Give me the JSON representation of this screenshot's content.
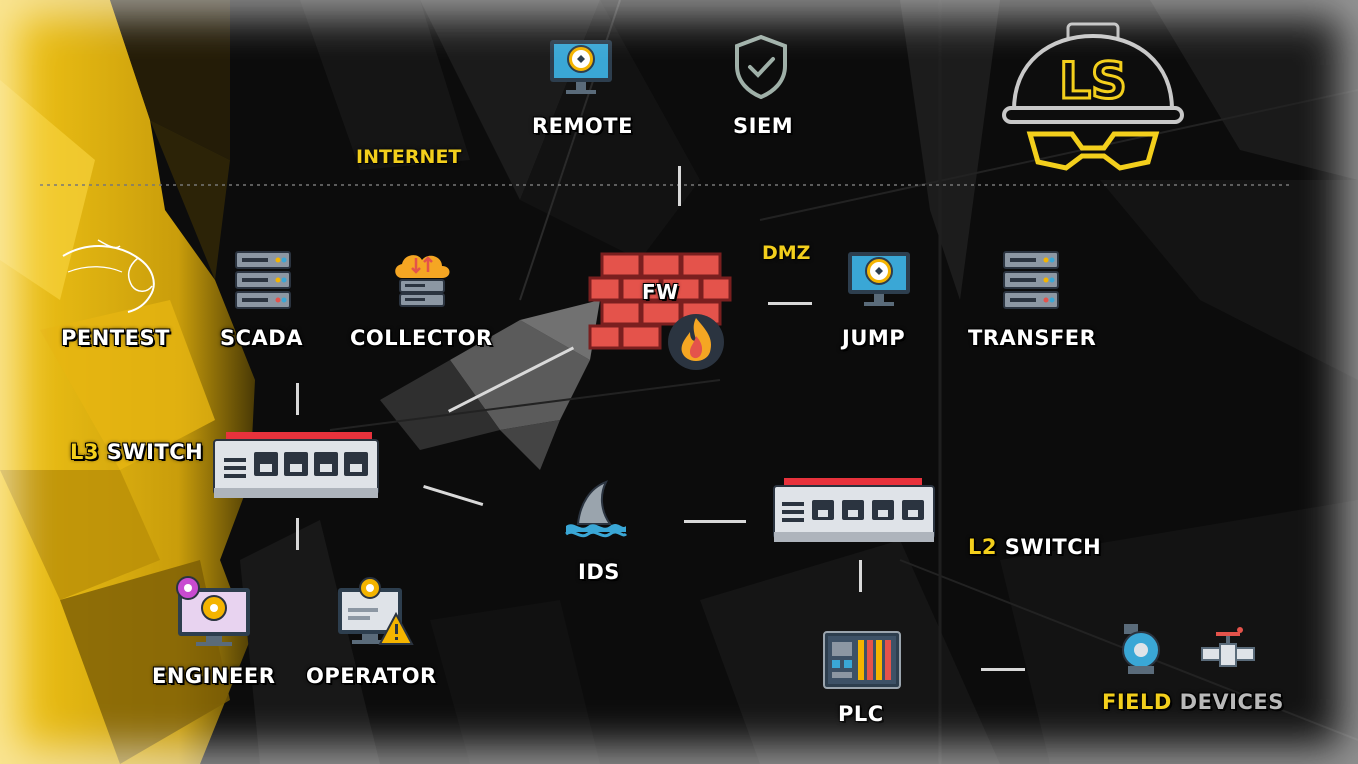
{
  "zones": {
    "internet": "INTERNET",
    "dmz": "DMZ"
  },
  "nodes": {
    "remote": "REMOTE",
    "siem": "SIEM",
    "pentest": "PENTEST",
    "scada": "SCADA",
    "collector": "COLLECTOR",
    "fw": "FW",
    "jump": "JUMP",
    "transfer": "TRANSFER",
    "l3_switch_prefix": "L3",
    "l3_switch_suffix": " SWITCH",
    "ids": "IDS",
    "l2_switch_prefix": "L2",
    "l2_switch_suffix": " SWITCH",
    "engineer": "ENGINEER",
    "operator": "OPERATOR",
    "plc": "PLC",
    "field_prefix": "FIELD",
    "field_suffix": " DEVICES"
  },
  "logo": {
    "text": "LS"
  },
  "colors": {
    "accent_yellow": "#f3cf1c",
    "firewall_red": "#e4534b",
    "switch_red": "#e8323c",
    "monitor_blue": "#3aa7d6",
    "server_gray": "#8c97a3"
  }
}
